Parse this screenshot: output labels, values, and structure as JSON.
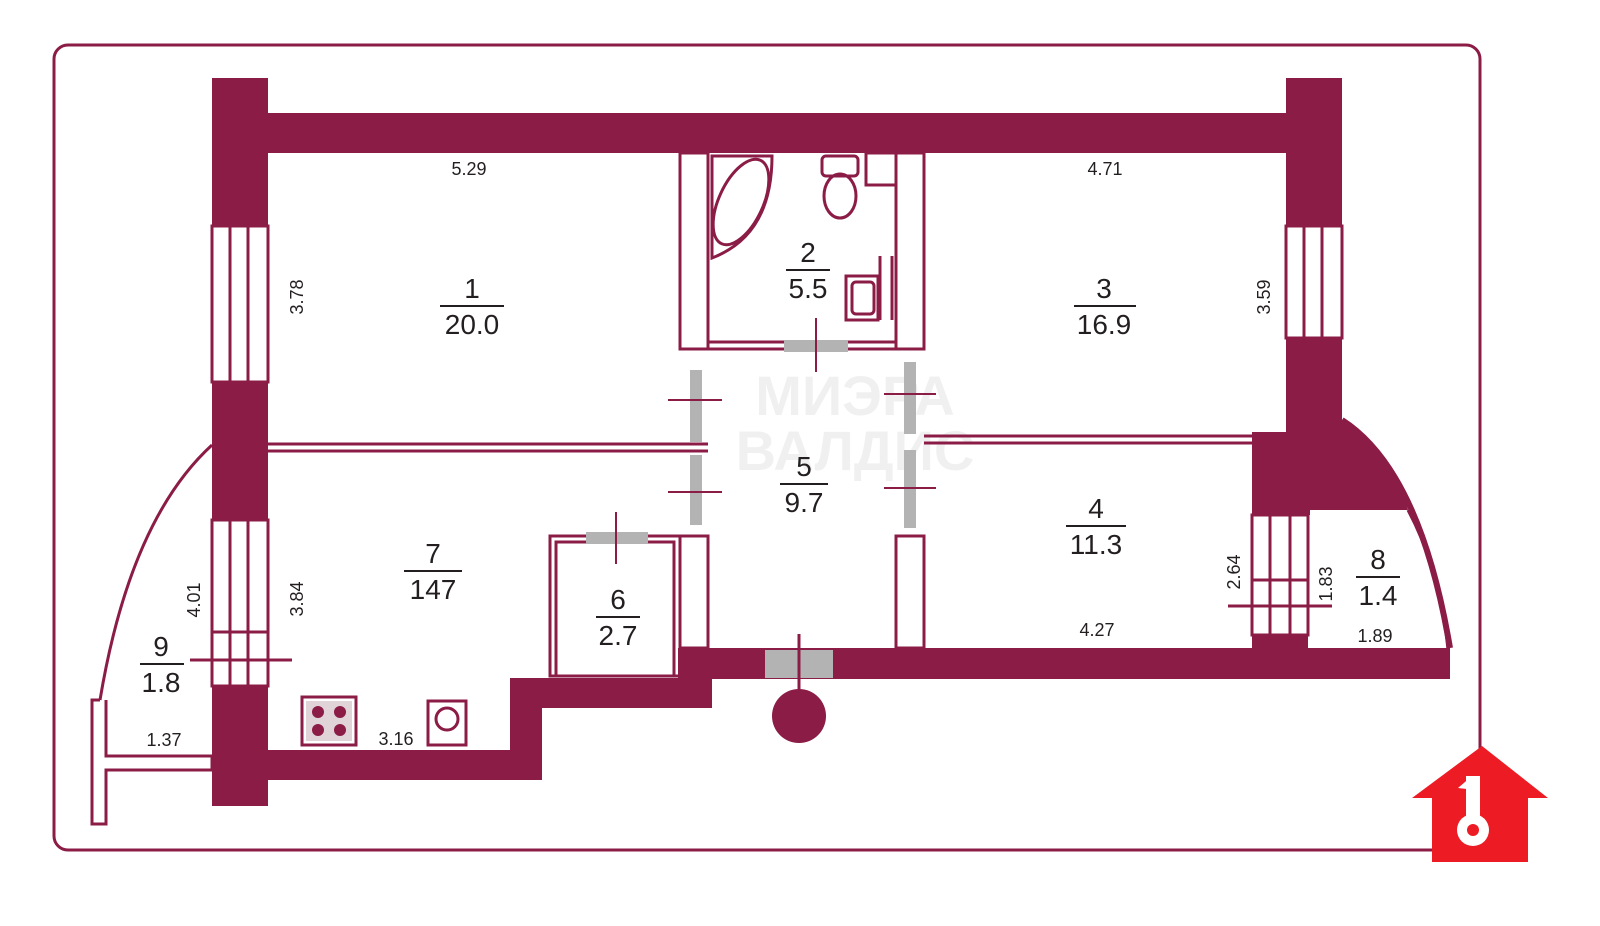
{
  "colors": {
    "wall": "#8b1c46",
    "frame": "#8b1c46",
    "door": "#b3b3b3",
    "logo": "#ed1c24",
    "text": "#231f20"
  },
  "rooms": [
    {
      "num": "1",
      "area": "20.0"
    },
    {
      "num": "2",
      "area": "5.5"
    },
    {
      "num": "3",
      "area": "16.9"
    },
    {
      "num": "4",
      "area": "11.3"
    },
    {
      "num": "5",
      "area": "9.7"
    },
    {
      "num": "6",
      "area": "2.7"
    },
    {
      "num": "7",
      "area": "147"
    },
    {
      "num": "8",
      "area": "1.4"
    },
    {
      "num": "9",
      "area": "1.8"
    }
  ],
  "dimensions": {
    "r1_width": "5.29",
    "r1_height": "3.78",
    "r3_width": "4.71",
    "r3_height": "3.59",
    "r7_height": "3.84",
    "r7_width": "3.16",
    "r9_height": "4.01",
    "r9_width": "1.37",
    "r4_width": "4.27",
    "r8_left": "2.64",
    "r8_right": "1.83",
    "r8_width": "1.89"
  },
  "logo_icon": "house-key-icon",
  "watermark": [
    "МИЭРА",
    "ВАЛДИС"
  ]
}
